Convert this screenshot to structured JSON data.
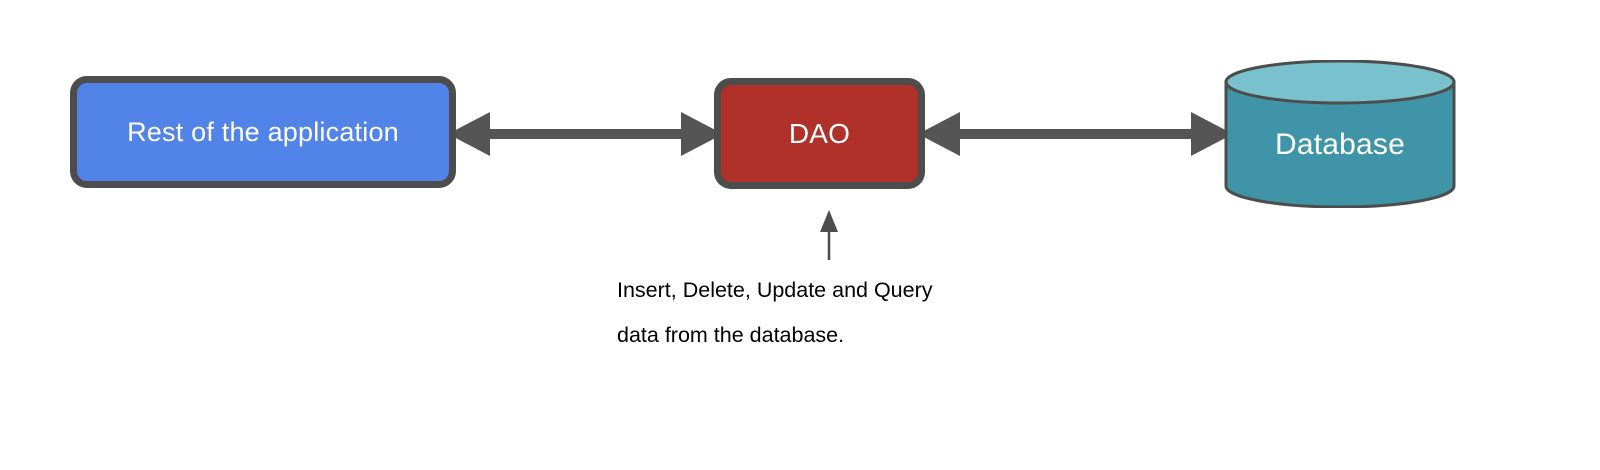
{
  "diagram": {
    "title": "DAO layered architecture diagram",
    "background_color": "#ffffff",
    "nodes": {
      "application": {
        "label": "Rest of the application",
        "shape": "rounded-rectangle",
        "fill": "#5183e8",
        "stroke": "#4d4d4d",
        "text_color": "#ffffff"
      },
      "dao": {
        "label": "DAO",
        "shape": "rounded-rectangle",
        "fill": "#b0302a",
        "stroke": "#4d4d4d",
        "text_color": "#ffffff"
      },
      "database": {
        "label": "Database",
        "shape": "cylinder",
        "fill": "#3f95a7",
        "top_fill": "#79c1cc",
        "stroke": "#4d4d4d",
        "text_color": "#ffffff"
      }
    },
    "connectors": [
      {
        "name": "application-dao",
        "from": "application",
        "to": "dao",
        "style": "double-headed",
        "color": "#555555",
        "label": ""
      },
      {
        "name": "dao-database",
        "from": "dao",
        "to": "database",
        "style": "double-headed",
        "color": "#555555",
        "label": ""
      },
      {
        "name": "note-to-dao",
        "from": "note",
        "to": "dao",
        "style": "single-headed-thin",
        "color": "#4d4d4d",
        "label": ""
      }
    ],
    "note": {
      "lines": [
        "Insert, Delete, Update and Query",
        "data from the database."
      ],
      "text_color": "#000000"
    }
  }
}
